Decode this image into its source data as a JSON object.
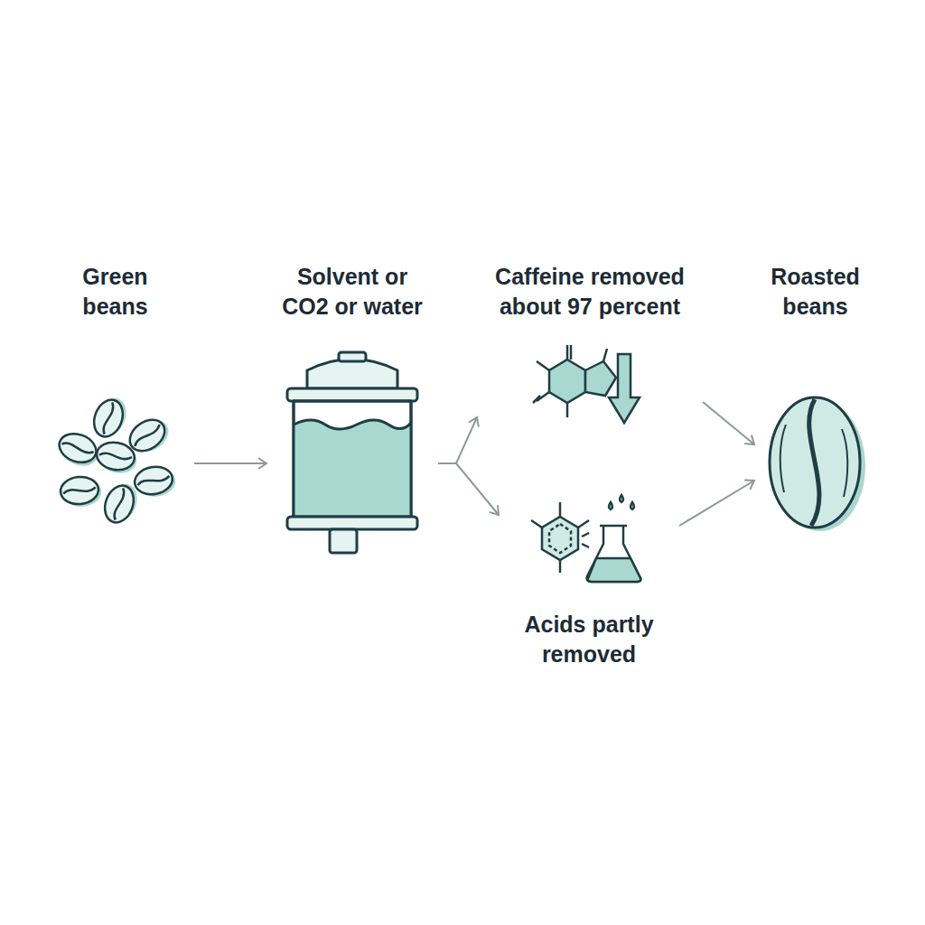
{
  "diagram": {
    "nodes": [
      {
        "text": [
          "Green beans"
        ]
      },
      {
        "text": [
          "Solvent or CO2 or water"
        ]
      },
      {
        "text": [
          "Caffeine removed about 97 percent"
        ]
      },
      {
        "text": [
          "Acids partly removed"
        ]
      },
      {
        "text": [
          "Roasted beans"
        ]
      }
    ],
    "edges": [
      {
        "from": 0,
        "to": 1,
        "arrow": "to"
      },
      {
        "from": 1,
        "to": 2,
        "arrow": "to"
      },
      {
        "from": 1,
        "to": 3,
        "arrow": "to"
      },
      {
        "from": 2,
        "to": 4,
        "arrow": "to"
      },
      {
        "from": 3,
        "to": 4,
        "arrow": "to"
      }
    ]
  }
}
